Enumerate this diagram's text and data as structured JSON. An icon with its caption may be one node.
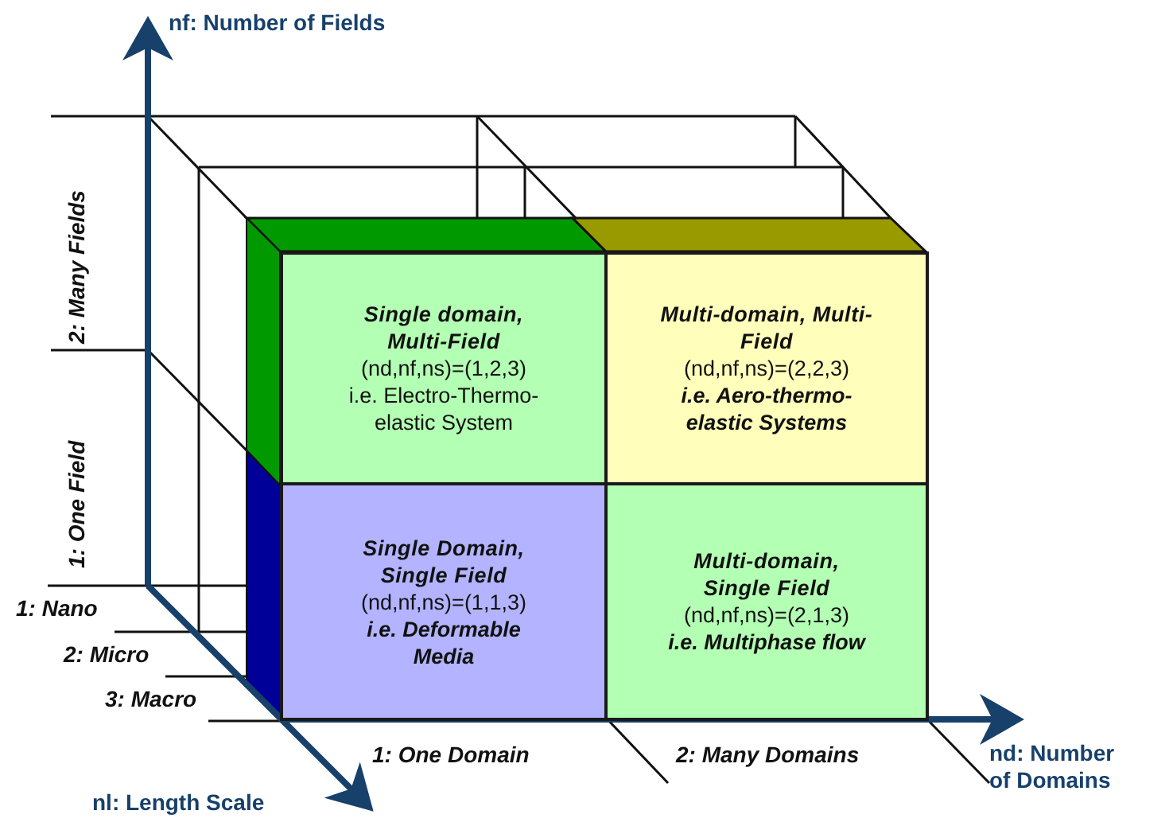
{
  "diagram": {
    "nodes": [
      {
        "text": [
          "Single domain, Multi-Field",
          "(nd,nf,ns)=(1,2,3)",
          "i.e. Electro-Thermo-elastic System"
        ]
      },
      {
        "text": [
          "Multi-domain, Multi-Field",
          "(nd,nf,ns)=(2,2,3)",
          "i.e. Aero-thermo-elastic Systems"
        ]
      },
      {
        "text": [
          "Single Domain, Single Field",
          "(nd,nf,ns)=(1,1,3)",
          "i.e. Deformable Media"
        ]
      },
      {
        "text": [
          "Multi-domain, Single Field",
          "(nd,nf,ns)=(2,1,3)",
          "i.e. Multiphase flow"
        ]
      }
    ],
    "labels": [
      "nf: Number of Fields",
      "2: Many Fields",
      "1: One Field",
      "1: Nano",
      "2: Micro",
      "3: Macro",
      "1: One Domain",
      "2: Many Domains",
      "nd: Number of Domains",
      "nl: Length Scale"
    ]
  }
}
